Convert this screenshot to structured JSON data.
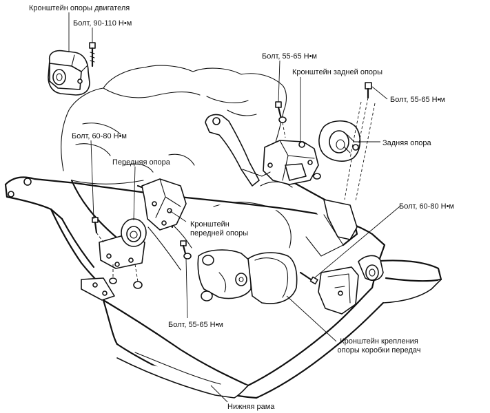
{
  "labels": {
    "engine_bracket": "Кронштейн опоры двигателя",
    "bolt_90_110": "Болт, 90-110 Н•м",
    "bolt_55_65_top": "Болт, 55-65 Н•м",
    "rear_bracket": "Кронштейн задней опоры",
    "bolt_55_65_right": "Болт, 55-65 Н•м",
    "rear_mount": "Задняя опора",
    "bolt_60_80_left": "Болт, 60-80 Н•м",
    "front_mount": "Передняя опора",
    "front_bracket_line1": "Кронштейн",
    "front_bracket_line2": "передней опоры",
    "bolt_60_80_right": "Болт, 60-80 Н•м",
    "bolt_55_65_bottom": "Болт, 55-65 Н•м",
    "gearbox_bracket_line1": "Кронштейн крепления",
    "gearbox_bracket_line2": "опоры коробки передач",
    "lower_frame": "Нижняя рама"
  }
}
